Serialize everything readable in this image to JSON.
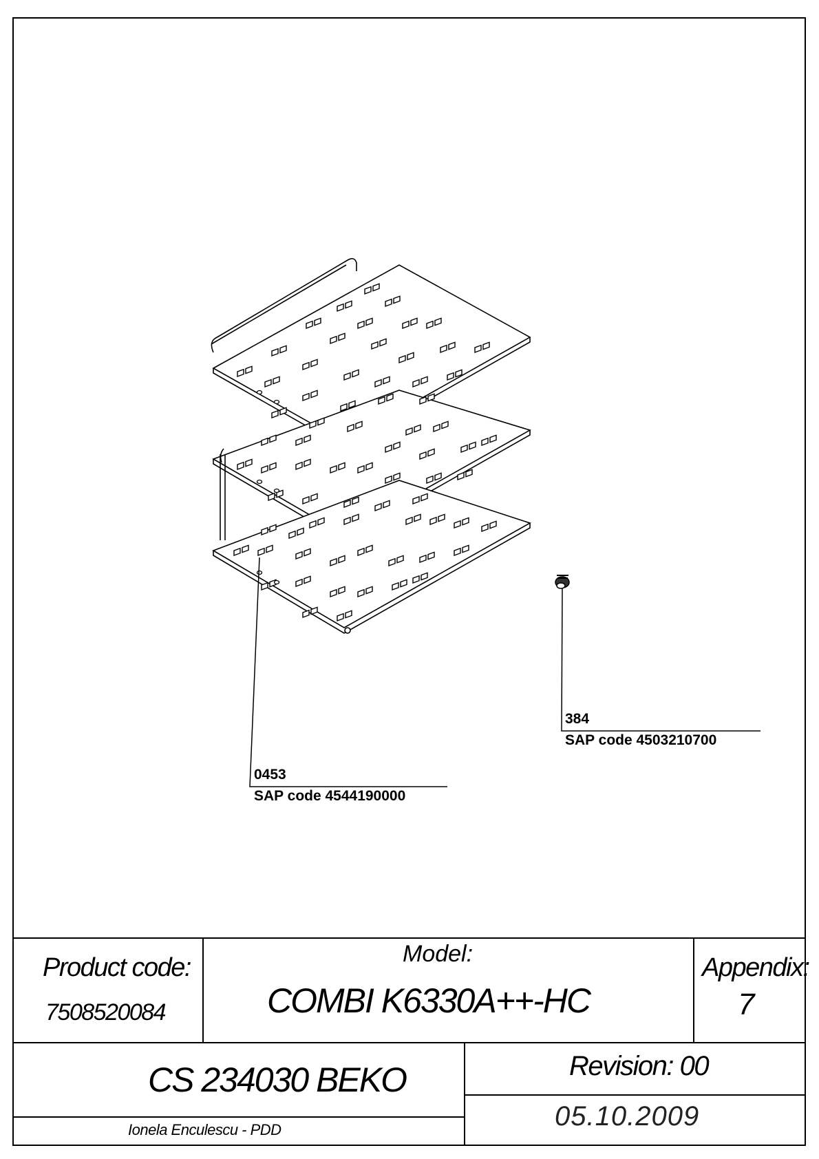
{
  "callouts": [
    {
      "id": "shelf",
      "number": "0453",
      "sap": "SAP code 4544190000"
    },
    {
      "id": "foot",
      "number": "384",
      "sap": "SAP code 4503210700"
    }
  ],
  "title_block": {
    "product_code_label": "Product code:",
    "product_code_value": "7508520084",
    "model_label": "Model:",
    "model_value": "COMBI K6330A++-HC",
    "appendix_label": "Appendix:",
    "appendix_value": "7",
    "document_name": "CS 234030 BEKO",
    "revision": "Revision: 00",
    "author": "Ionela Enculescu - PDD",
    "date": "05.10.2009"
  }
}
